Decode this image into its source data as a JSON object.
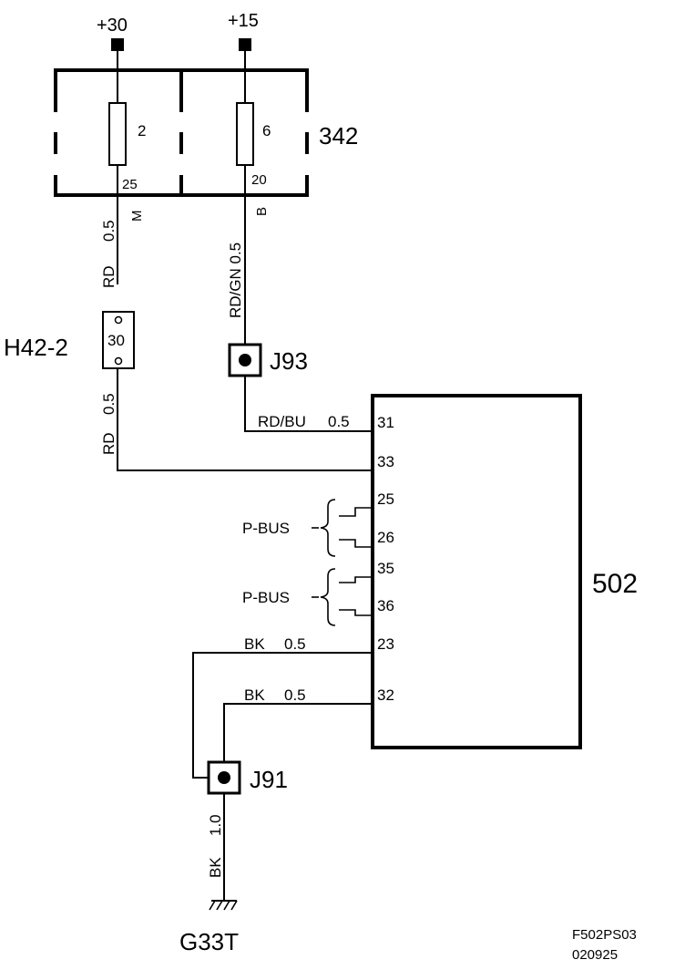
{
  "supplies": {
    "plus30": "+30",
    "plus15": "+15"
  },
  "fuse_box": {
    "label": "342",
    "fuse_a": {
      "number": "2",
      "pin": "25",
      "terminal": "M"
    },
    "fuse_b": {
      "number": "6",
      "pin": "20",
      "terminal": "B"
    }
  },
  "wires": {
    "w1_color": "RD",
    "w1_size": "0.5",
    "w2": "RD/GN 0.5",
    "w3_color": "RD",
    "w3_size": "0.5",
    "w4_color": "RD/BU",
    "w4_size": "0.5",
    "w5_color": "BK",
    "w5_size": "0.5",
    "w6_color": "BK",
    "w6_size": "0.5",
    "w7_color": "BK",
    "w7_size": "1.0"
  },
  "connector": {
    "label": "H42-2",
    "pin": "30"
  },
  "splices": {
    "j93": "J93",
    "j91": "J91"
  },
  "module": {
    "label": "502",
    "pins": [
      "31",
      "33",
      "25",
      "26",
      "35",
      "36",
      "23",
      "32"
    ]
  },
  "bus_labels": [
    "P-BUS",
    "P-BUS"
  ],
  "ground": {
    "label": "G33T"
  },
  "footer": {
    "code": "F502PS03",
    "date": "020925"
  }
}
